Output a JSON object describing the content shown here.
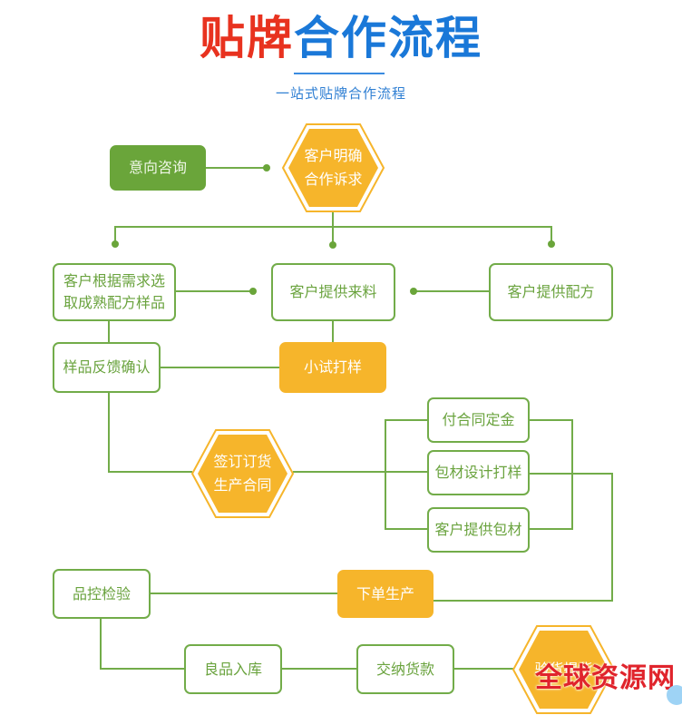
{
  "header": {
    "title_part1": "贴牌",
    "title_part2": "合作流程",
    "subtitle": "一站式贴牌合作流程"
  },
  "colors": {
    "title_red": "#e8321f",
    "title_blue": "#1a78d8",
    "line_green": "#72ac49",
    "node_green": "#6aa53a",
    "node_orange": "#f6b52b",
    "watermark_red": "#e0242c"
  },
  "nodes": {
    "inquiry": "意向咨询",
    "clarify_line1": "客户明确",
    "clarify_line2": "合作诉求",
    "choose_sample_line1": "客户根据需求选",
    "choose_sample_line2": "取成熟配方样品",
    "provide_material": "客户提供来料",
    "provide_formula": "客户提供配方",
    "sample_feedback": "样品反馈确认",
    "trial_sample": "小试打样",
    "contract_line1": "签订订货",
    "contract_line2": "生产合同",
    "deposit": "付合同定金",
    "packaging_design": "包材设计打样",
    "provide_packaging": "客户提供包材",
    "quality_check": "品控检验",
    "production_order": "下单生产",
    "warehousing": "良品入库",
    "payment": "交纳货款",
    "delivery": "验货提货"
  },
  "watermark": {
    "text": "全球资源网"
  }
}
